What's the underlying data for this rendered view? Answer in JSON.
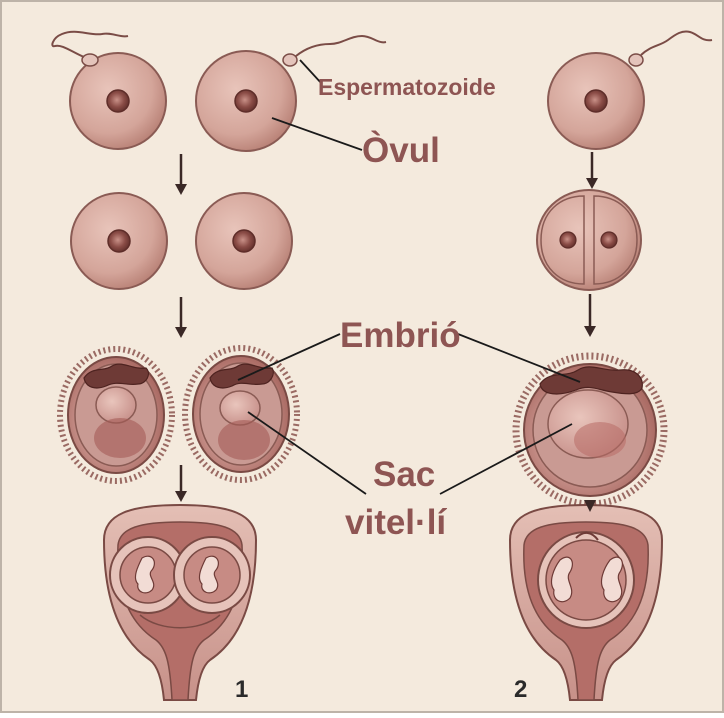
{
  "labels": {
    "sperm": "Espermatozoide",
    "ovum": "Òvul",
    "embryo": "Embrió",
    "yolk_sac_line1": "Sac",
    "yolk_sac_line2": "vitel·lí",
    "case_1": "1",
    "case_2": "2"
  },
  "colors": {
    "background": "#f4eadd",
    "cell_fill": "#d4a59a",
    "cell_stroke": "#8a5b54",
    "nucleus": "#6e3a36",
    "label_text": "#8e5553",
    "leader_line": "#1a1a1a"
  }
}
